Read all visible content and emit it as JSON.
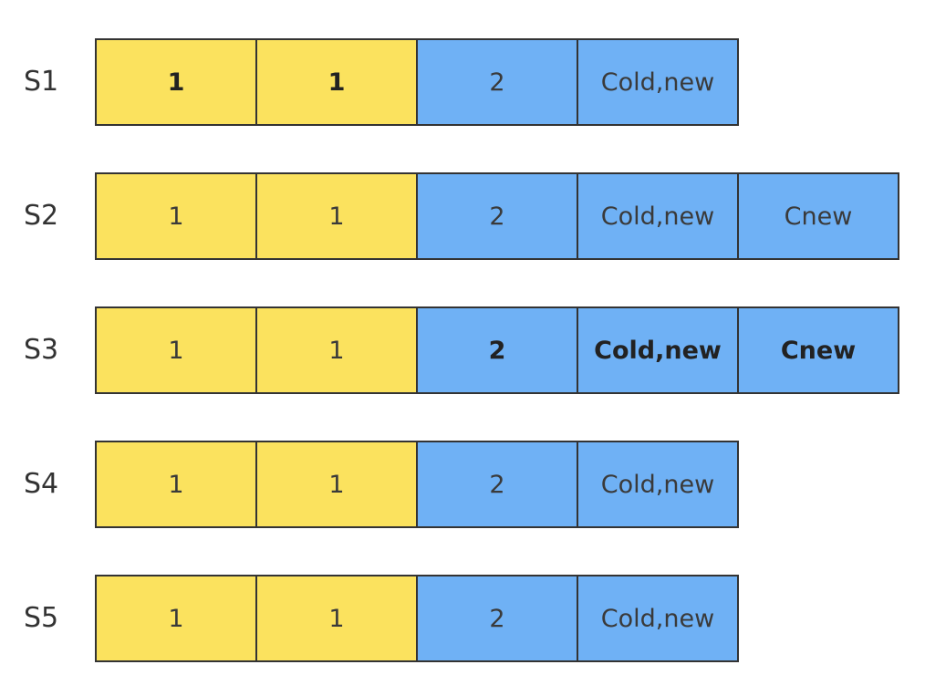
{
  "colors": {
    "yellow": "#fbe25e",
    "blue": "#6fb1f5",
    "border": "#333333"
  },
  "rows": [
    {
      "label": "S1",
      "cells": [
        {
          "text": "1",
          "color": "yellow",
          "bold": true
        },
        {
          "text": "1",
          "color": "yellow",
          "bold": true
        },
        {
          "text": "2",
          "color": "blue",
          "bold": false
        },
        {
          "text": "Cold,new",
          "color": "blue",
          "bold": false
        }
      ]
    },
    {
      "label": "S2",
      "cells": [
        {
          "text": "1",
          "color": "yellow",
          "bold": false
        },
        {
          "text": "1",
          "color": "yellow",
          "bold": false
        },
        {
          "text": "2",
          "color": "blue",
          "bold": false
        },
        {
          "text": "Cold,new",
          "color": "blue",
          "bold": false
        },
        {
          "text": "Cnew",
          "color": "blue",
          "bold": false
        }
      ]
    },
    {
      "label": "S3",
      "cells": [
        {
          "text": "1",
          "color": "yellow",
          "bold": false
        },
        {
          "text": "1",
          "color": "yellow",
          "bold": false
        },
        {
          "text": "2",
          "color": "blue",
          "bold": true
        },
        {
          "text": "Cold,new",
          "color": "blue",
          "bold": true
        },
        {
          "text": "Cnew",
          "color": "blue",
          "bold": true
        }
      ]
    },
    {
      "label": "S4",
      "cells": [
        {
          "text": "1",
          "color": "yellow",
          "bold": false
        },
        {
          "text": "1",
          "color": "yellow",
          "bold": false
        },
        {
          "text": "2",
          "color": "blue",
          "bold": false
        },
        {
          "text": "Cold,new",
          "color": "blue",
          "bold": false
        }
      ]
    },
    {
      "label": "S5",
      "cells": [
        {
          "text": "1",
          "color": "yellow",
          "bold": false
        },
        {
          "text": "1",
          "color": "yellow",
          "bold": false
        },
        {
          "text": "2",
          "color": "blue",
          "bold": false
        },
        {
          "text": "Cold,new",
          "color": "blue",
          "bold": false
        }
      ]
    }
  ]
}
